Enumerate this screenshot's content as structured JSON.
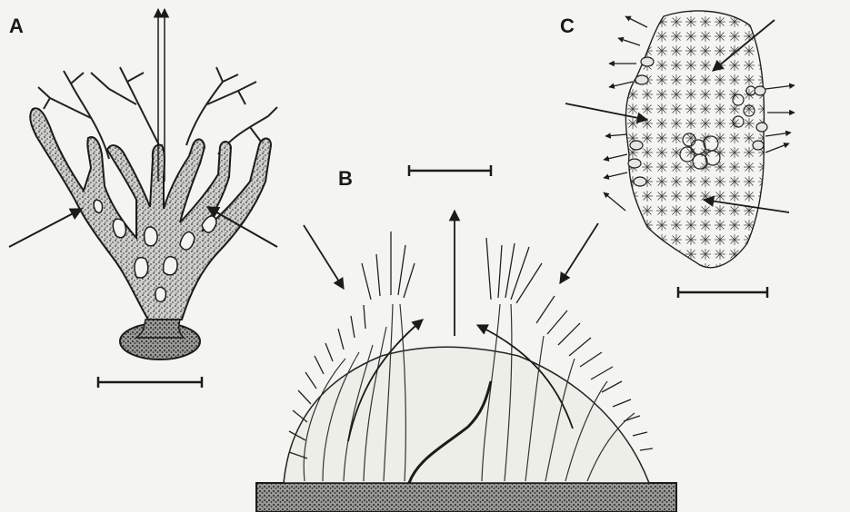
{
  "panels": [
    {
      "id": "A",
      "label": "A"
    },
    {
      "id": "B",
      "label": "B"
    },
    {
      "id": "C",
      "label": "C"
    }
  ],
  "colors": {
    "ink": "#1b1b1b",
    "background": "#f4f4f1",
    "stipple": "#2a2a2a",
    "substrate": "#2f2f2f"
  },
  "icons": {
    "flow_arrow": "arrow-icon",
    "scale_bar": "scale-bar-icon"
  }
}
